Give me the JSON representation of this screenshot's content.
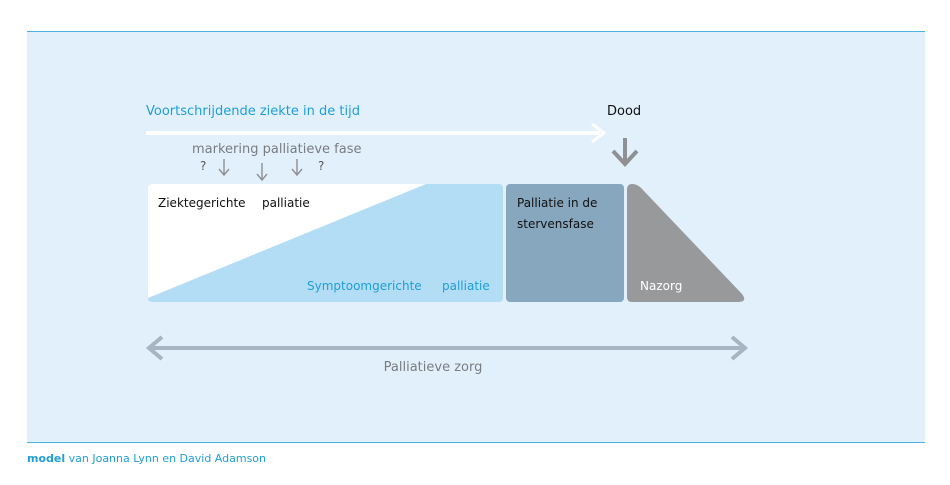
{
  "timeline": {
    "label": "Voortschrijdende ziekte in de tijd",
    "end_label": "Dood"
  },
  "marking": {
    "label": "markering palliatieve fase",
    "left_mark": "?",
    "right_mark": "?"
  },
  "phases": {
    "disease_directed": {
      "word1": "Ziektegerichte",
      "word2": "palliatie"
    },
    "symptom_directed": {
      "word1": "Symptoomgerichte",
      "word2": "palliatie"
    },
    "dying_phase": {
      "line1": "Palliatie in de",
      "line2": "stervensfase"
    },
    "aftercare": {
      "label": "Nazorg"
    }
  },
  "span": {
    "label": "Palliatieve zorg"
  },
  "caption": {
    "bold": "model",
    "rest": "van Joanna Lynn en David Adamson"
  },
  "colors": {
    "panel": "#e2f0fc",
    "accent_blue": "#1f9fd6",
    "symptom_fill": "#b3dcf5",
    "dying_fill": "#86a7bd",
    "aftercare_fill": "#98999b",
    "arrow_gray": "#8e9093",
    "span_arrow": "#a8b4c2"
  },
  "icons": [
    "arrow-right-icon",
    "arrow-down-icon",
    "double-arrow-icon"
  ]
}
